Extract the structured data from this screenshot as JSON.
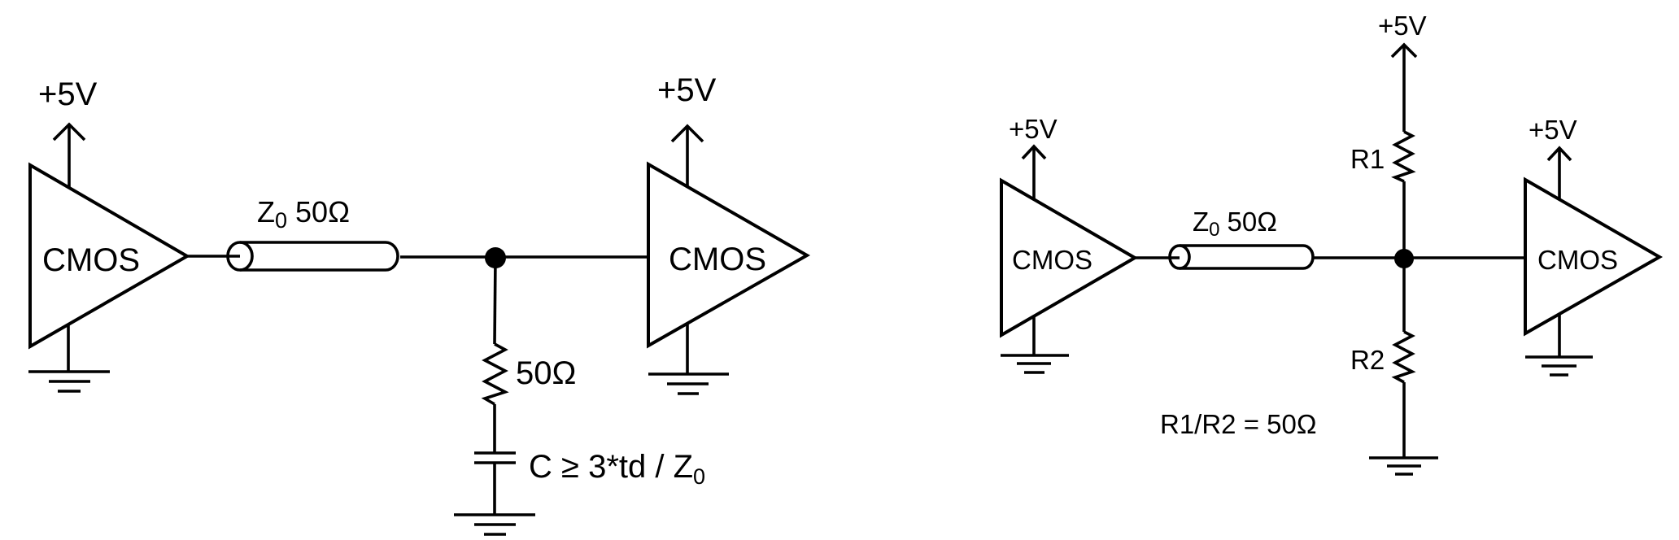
{
  "figure": {
    "left_circuit": {
      "driver": {
        "label": "CMOS",
        "supply": "+5V"
      },
      "receiver": {
        "label": "CMOS",
        "supply": "+5V"
      },
      "line": {
        "z_symbol": "Z",
        "z_subscript": "0",
        "impedance": "50Ω"
      },
      "resistor": {
        "value": "50Ω"
      },
      "capacitor": {
        "label_prefix": "C ≥ 3*td / Z",
        "label_subscript": "0"
      }
    },
    "right_circuit": {
      "driver": {
        "label": "CMOS",
        "supply": "+5V"
      },
      "receiver": {
        "label": "CMOS",
        "supply": "+5V"
      },
      "line": {
        "z_symbol": "Z",
        "z_subscript": "0",
        "impedance": "50Ω"
      },
      "pullup": {
        "name": "R1",
        "supply": "+5V"
      },
      "pulldown": {
        "name": "R2"
      },
      "note": "R1/R2 = 50Ω"
    },
    "colors": {
      "ink": "#000000",
      "background": "#ffffff"
    }
  }
}
